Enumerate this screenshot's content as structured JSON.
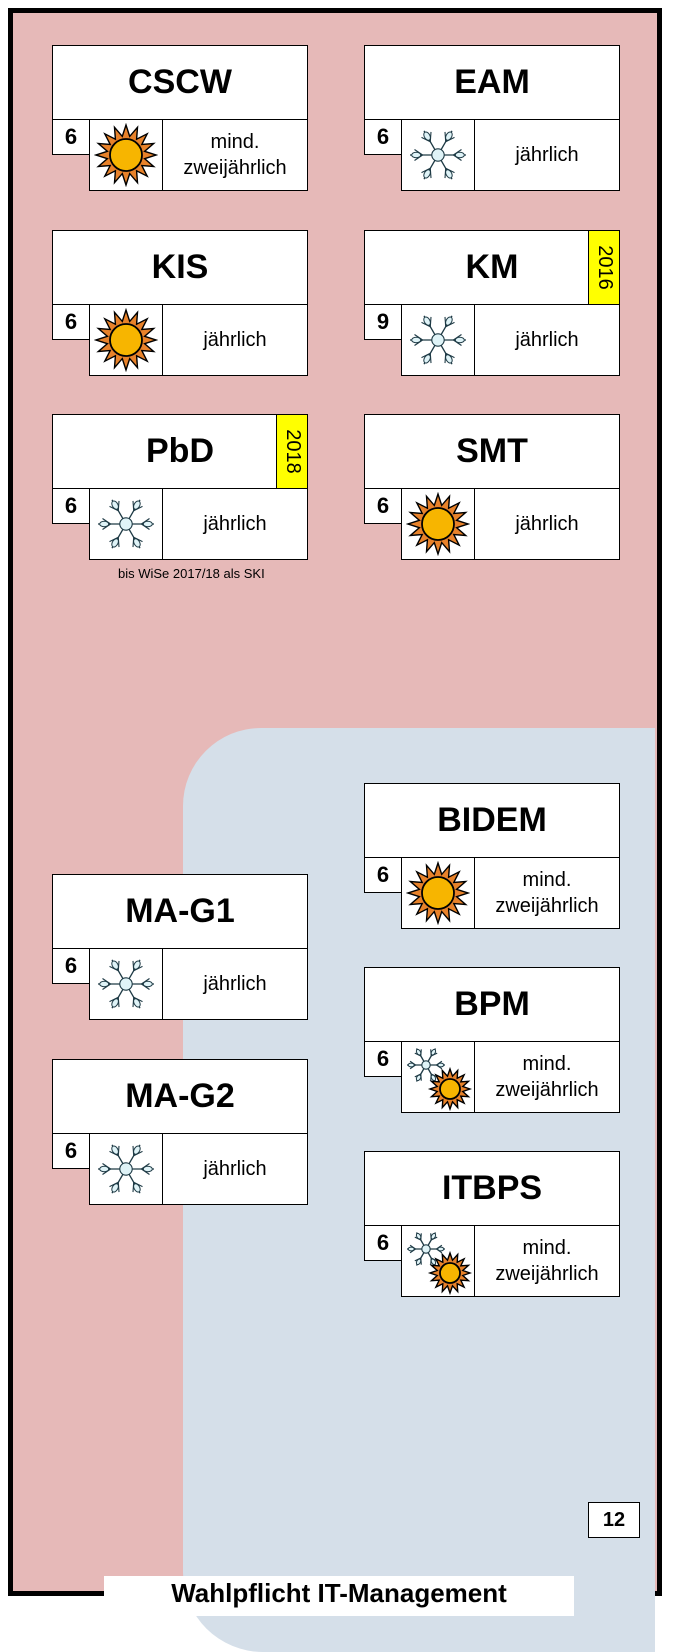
{
  "colors": {
    "frame_bg": "#e6b9b8",
    "blue_bg": "#d5dfe9",
    "year_bg": "#ffff00",
    "sun": "#f7b500",
    "snow": "#dff3f7"
  },
  "note": "bis WiSe 2017/18 als SKI",
  "page_number": "12",
  "footer_title": "Wahlpflicht IT-Management",
  "modules": [
    {
      "name": "CSCW",
      "credits": "6",
      "icon": "sun-icon",
      "frequency": "mind. zweijährlich",
      "year": ""
    },
    {
      "name": "EAM",
      "credits": "6",
      "icon": "snowflake-icon",
      "frequency": "jährlich",
      "year": ""
    },
    {
      "name": "KIS",
      "credits": "6",
      "icon": "sun-icon",
      "frequency": "jährlich",
      "year": ""
    },
    {
      "name": "KM",
      "credits": "9",
      "icon": "snowflake-icon",
      "frequency": "jährlich",
      "year": "2016"
    },
    {
      "name": "PbD",
      "credits": "6",
      "icon": "snowflake-icon",
      "frequency": "jährlich",
      "year": "2018"
    },
    {
      "name": "SMT",
      "credits": "6",
      "icon": "sun-icon",
      "frequency": "jährlich",
      "year": ""
    },
    {
      "name": "BIDEM",
      "credits": "6",
      "icon": "sun-icon",
      "frequency": "mind. zweijährlich",
      "year": ""
    },
    {
      "name": "MA-G1",
      "credits": "6",
      "icon": "snowflake-icon",
      "frequency": "jährlich",
      "year": ""
    },
    {
      "name": "BPM",
      "credits": "6",
      "icon": "snowflake-sun-icon",
      "frequency": "mind. zweijährlich",
      "year": ""
    },
    {
      "name": "MA-G2",
      "credits": "6",
      "icon": "snowflake-icon",
      "frequency": "jährlich",
      "year": ""
    },
    {
      "name": "ITBPS",
      "credits": "6",
      "icon": "snowflake-sun-icon",
      "frequency": "mind. zweijährlich",
      "year": ""
    }
  ]
}
